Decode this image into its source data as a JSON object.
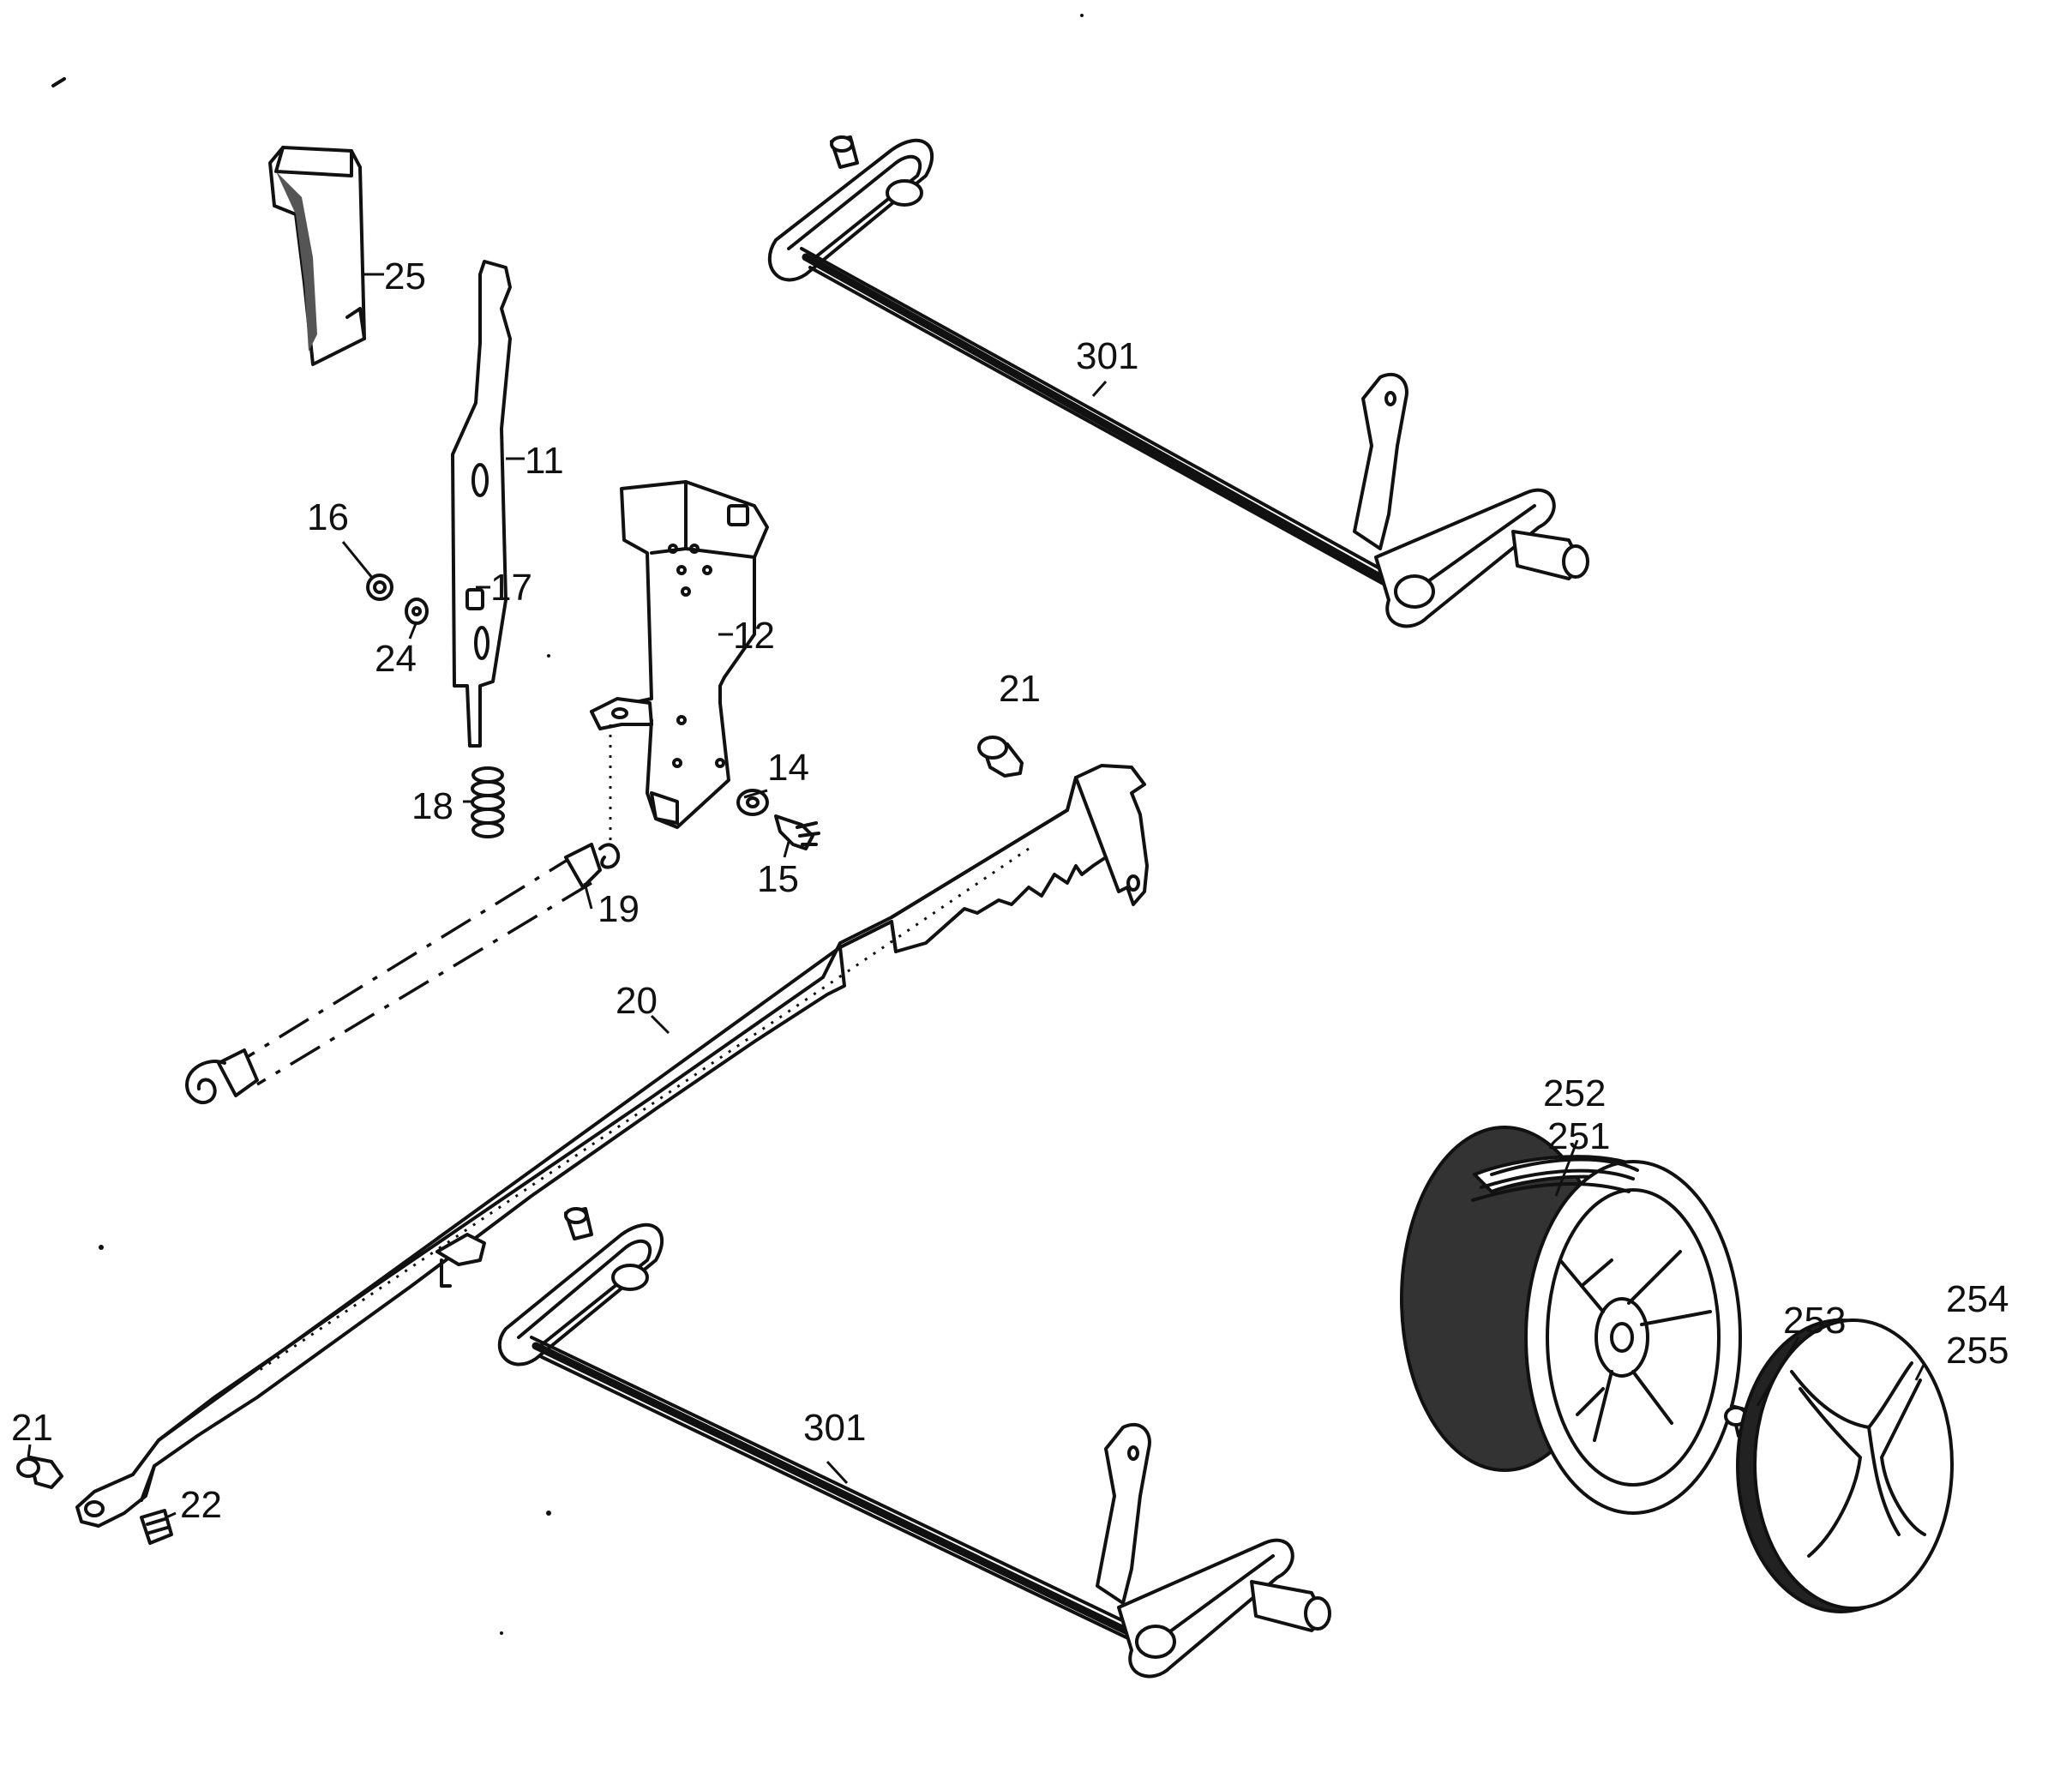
{
  "labels": {
    "l25": "25",
    "l11": "11",
    "l16": "16",
    "l17": "17",
    "l24": "24",
    "l18": "18",
    "l12": "12",
    "l19": "19",
    "l21a": "21",
    "l14": "14",
    "l15": "15",
    "l20": "20",
    "l301a": "301",
    "l301b": "301",
    "l21b": "21",
    "l22": "22",
    "l252": "252",
    "l251": "251",
    "l253": "253",
    "l254": "254",
    "l255": "255"
  },
  "colors": {
    "ink": "#111111",
    "paper": "#ffffff"
  }
}
